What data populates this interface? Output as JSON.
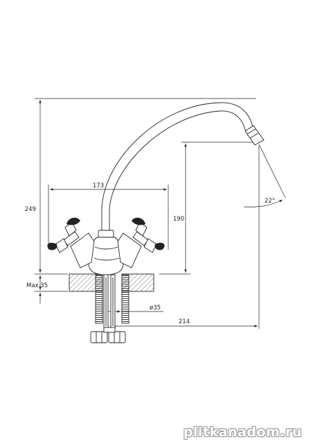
{
  "dimensions": {
    "total_height": "249",
    "handle_span": "173",
    "spout_height": "190",
    "spout_reach": "214",
    "angle": "22°",
    "max_thickness": "Max.35",
    "mount_diameter": "ø35"
  },
  "watermark": "plitkanadom.ru",
  "colors": {
    "line": "#222222",
    "background": "#ffffff"
  }
}
